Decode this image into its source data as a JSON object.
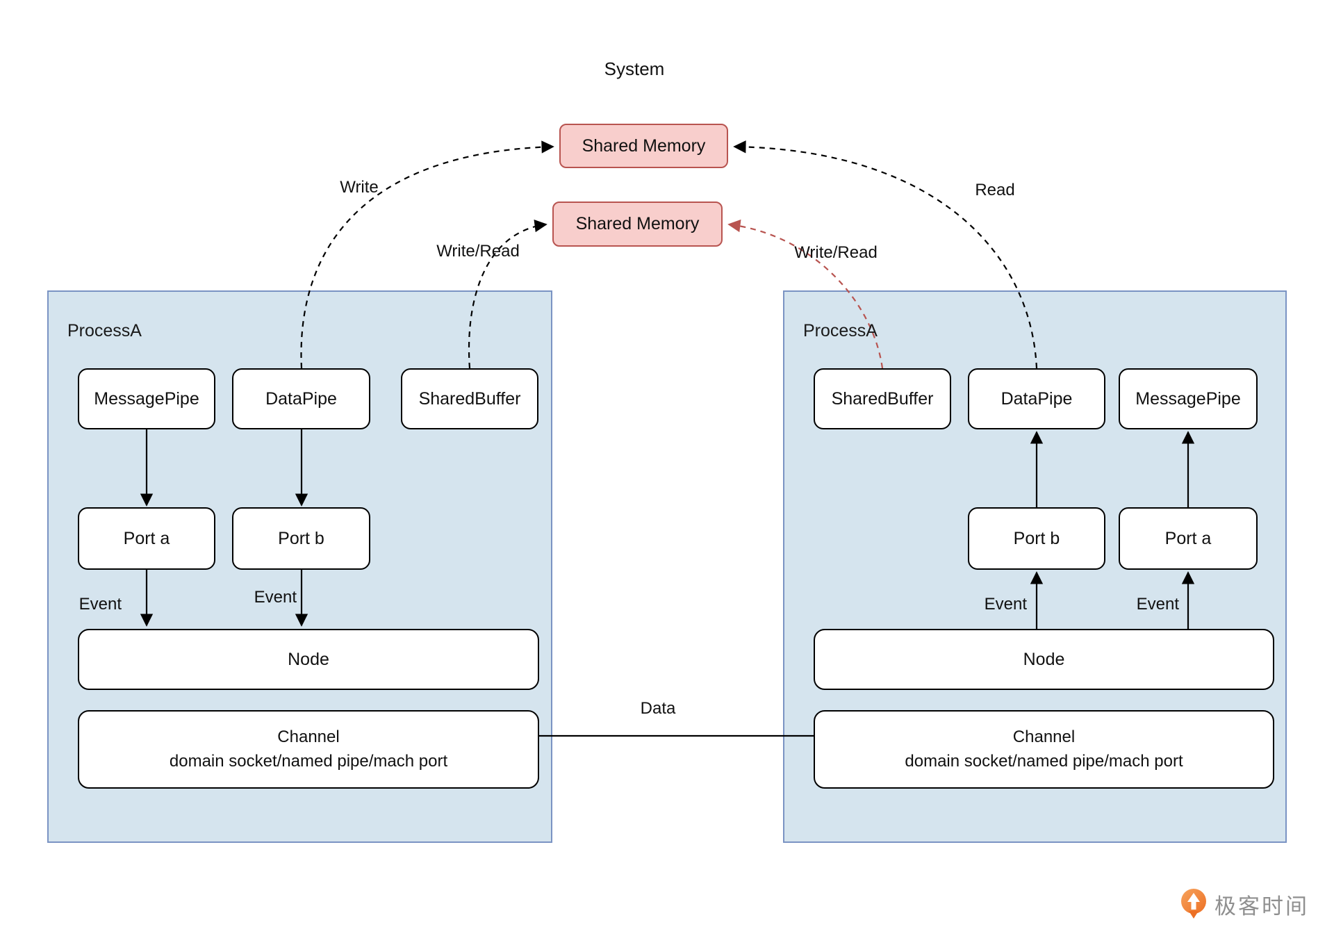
{
  "system_label": "System",
  "shared_memory_top": "Shared Memory",
  "shared_memory_bottom": "Shared Memory",
  "edge_labels": {
    "write": "Write",
    "write_read_left": "Write/Read",
    "write_read_right": "Write/Read",
    "read": "Read",
    "data": "Data",
    "event": "Event"
  },
  "process_left": {
    "label": "ProcessA",
    "message_pipe": "MessagePipe",
    "data_pipe": "DataPipe",
    "shared_buffer": "SharedBuffer",
    "port_a": "Port a",
    "port_b": "Port b",
    "node": "Node",
    "channel_title": "Channel",
    "channel_subtitle": "domain socket/named pipe/mach port"
  },
  "process_right": {
    "label": "ProcessA",
    "shared_buffer": "SharedBuffer",
    "data_pipe": "DataPipe",
    "message_pipe": "MessagePipe",
    "port_b": "Port b",
    "port_a": "Port a",
    "node": "Node",
    "channel_title": "Channel",
    "channel_subtitle": "domain socket/named pipe/mach port"
  },
  "logo": {
    "text": "极客时间"
  },
  "colors": {
    "process_fill": "#d5e4ee",
    "process_border": "#7a93c3",
    "memory_fill": "#f8cecc",
    "memory_border": "#b85450",
    "red_dashed_arrow": "#b85450",
    "black_arrow": "#000000",
    "logo_orange": "#ed6f24",
    "logo_text_gray": "#8f8f8f"
  }
}
